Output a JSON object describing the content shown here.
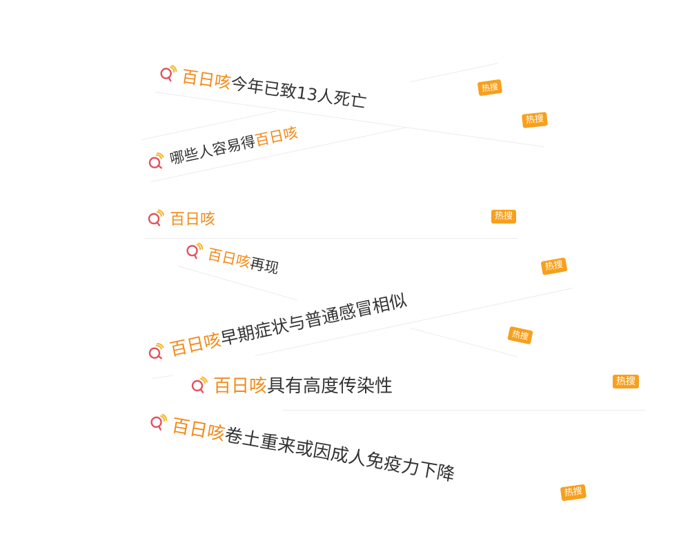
{
  "brand_colors": {
    "highlight": "#f28a1a",
    "text": "#333333",
    "badge_bg": "#f7a01d",
    "icon_red": "#e2505e",
    "icon_yellow": "#f5b82e"
  },
  "badge_label": "热搜",
  "items": [
    {
      "keyword": "百日咳",
      "rest": "今年已致13人死亡",
      "order": "keyword-first"
    },
    {
      "prefix": "哪些人容易得",
      "keyword": "百日咳",
      "order": "keyword-last"
    },
    {
      "keyword": "百日咳",
      "rest": "",
      "order": "keyword-first"
    },
    {
      "keyword": "百日咳",
      "rest": "再现",
      "order": "keyword-first"
    },
    {
      "keyword": "百日咳",
      "rest": "早期症状与普通感冒相似",
      "order": "keyword-first"
    },
    {
      "keyword": "百日咳",
      "rest": "具有高度传染性",
      "order": "keyword-first"
    },
    {
      "keyword": "百日咳",
      "rest": "卷土重来或因成人免疫力下降",
      "order": "keyword-first"
    }
  ]
}
